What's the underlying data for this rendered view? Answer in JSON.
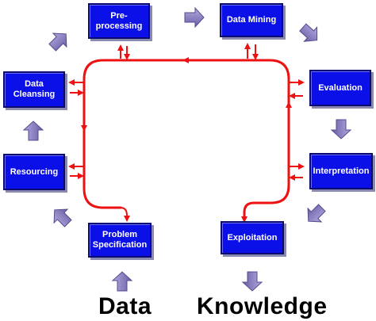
{
  "stages": {
    "preprocessing": "Pre-\nprocessing",
    "data_mining": "Data Mining",
    "evaluation": "Evaluation",
    "interpretation": "Interpretation",
    "exploitation": "Exploitation",
    "problem_specification": "Problem\nSpecification",
    "resourcing": "Resourcing",
    "data_cleansing": "Data\nCleansing"
  },
  "captions": {
    "input": "Data",
    "output": "Knowledge"
  },
  "colors": {
    "box_fill": "#0b10e8",
    "box_border": "#0a0a70",
    "loop_line": "#ee1111",
    "flow_arrow": "#8c80bc",
    "caption_text": "#000000"
  },
  "icons": {
    "flow_arrow": "block-arrow-icon",
    "loop_arrow": "red-arrowhead-icon"
  }
}
